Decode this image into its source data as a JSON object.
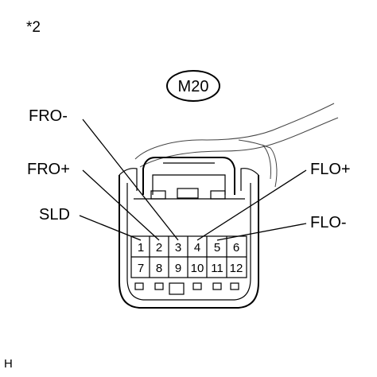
{
  "note": "*2",
  "footer": "H",
  "connector": {
    "id": "M20",
    "pins_top": [
      "1",
      "2",
      "3",
      "4",
      "5",
      "6"
    ],
    "pins_bottom": [
      "7",
      "8",
      "9",
      "10",
      "11",
      "12"
    ]
  },
  "callouts": {
    "fro_minus": "FRO-",
    "fro_plus": "FRO+",
    "sld": "SLD",
    "flo_plus": "FLO+",
    "flo_minus": "FLO-"
  }
}
